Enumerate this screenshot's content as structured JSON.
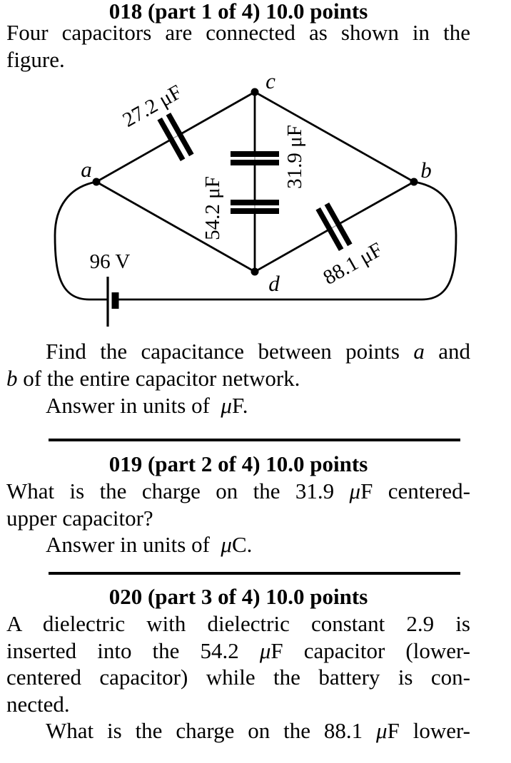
{
  "page": {
    "background": "#ffffff",
    "text_color": "#000000"
  },
  "figure": {
    "node_labels": {
      "a": "a",
      "b": "b",
      "c": "c",
      "d": "d"
    },
    "battery_label": "96 V",
    "battery_voltage": "96 V",
    "capacitors": {
      "ac": "27.2 μF",
      "cd_upper": "31.9 μF",
      "cd_lower": "54.2 μF",
      "db": "88.1 μF"
    }
  },
  "problems": [
    {
      "header": "018 (part 1 of 4) 10.0 points",
      "paragraphs": [
        {
          "lines": [
            {
              "segments": [
                {
                  "t": "Four capacitors are connected as shown in the"
                }
              ]
            },
            {
              "segments": [
                {
                  "t": "figure."
                }
              ]
            }
          ]
        },
        {
          "lines": [
            {
              "segments": [
                {
                  "t": "Find the capacitance between points "
                },
                {
                  "t": "a",
                  "i": true
                },
                {
                  "t": " and"
                }
              ]
            },
            {
              "segments": [
                {
                  "t": "b",
                  "i": true
                },
                {
                  "t": " of the entire capacitor network."
                }
              ]
            },
            {
              "segments": [
                {
                  "t": "Answer in units of  "
                },
                {
                  "t": "μ",
                  "i": true
                },
                {
                  "t": "F."
                }
              ]
            }
          ]
        }
      ]
    },
    {
      "header": "019 (part 2 of 4) 10.0 points",
      "paragraphs": [
        {
          "lines": [
            {
              "segments": [
                {
                  "t": "What is the charge on the 31.9 "
                },
                {
                  "t": "μ",
                  "i": true
                },
                {
                  "t": "F centered-"
                }
              ]
            },
            {
              "segments": [
                {
                  "t": "upper capacitor?"
                }
              ]
            },
            {
              "segments": [
                {
                  "t": "Answer in units of  "
                },
                {
                  "t": "μ",
                  "i": true
                },
                {
                  "t": "C."
                }
              ]
            }
          ]
        }
      ]
    },
    {
      "header": "020 (part 3 of 4) 10.0 points",
      "paragraphs": [
        {
          "lines": [
            {
              "segments": [
                {
                  "t": "A dielectric with dielectric constant 2.9 is"
                }
              ]
            },
            {
              "segments": [
                {
                  "t": "inserted into the 54.2 "
                },
                {
                  "t": "μ",
                  "i": true
                },
                {
                  "t": "F capacitor (lower-"
                }
              ]
            },
            {
              "segments": [
                {
                  "t": "centered capacitor) while the battery is con-"
                }
              ]
            },
            {
              "segments": [
                {
                  "t": "nected."
                }
              ]
            },
            {
              "segments": [
                {
                  "t": "What is the charge on the 88.1 "
                },
                {
                  "t": "μ",
                  "i": true
                },
                {
                  "t": "F lower-"
                }
              ]
            }
          ]
        }
      ]
    }
  ]
}
